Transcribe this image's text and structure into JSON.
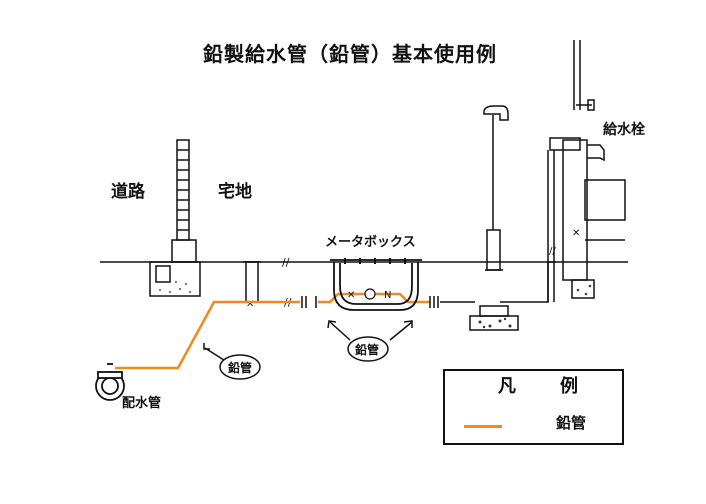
{
  "title": "鉛製給水管（鉛管）基本使用例",
  "labels": {
    "road": "道路",
    "yard": "宅地",
    "meter_box": "メータボックス",
    "faucet": "給水栓",
    "main_pipe": "配水管",
    "lead_pipe_left": "鉛管",
    "lead_pipe_mid": "鉛管"
  },
  "legend": {
    "title_a": "凡",
    "title_b": "例",
    "item": "鉛管"
  },
  "colors": {
    "lead_pipe": "#f08a1e",
    "line": "#111111"
  }
}
